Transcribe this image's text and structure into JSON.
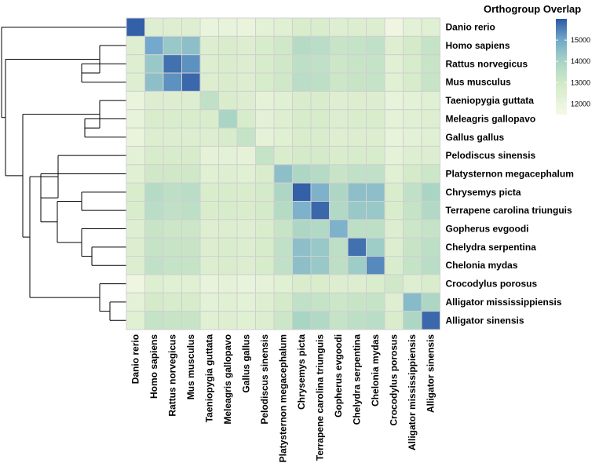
{
  "chart_data": {
    "type": "heatmap",
    "title": "Orthogroup Overlap",
    "rows": [
      "Danio rerio",
      "Homo sapiens",
      "Rattus norvegicus",
      "Mus musculus",
      "Taeniopygia guttata",
      "Meleagris gallopavo",
      "Gallus gallus",
      "Pelodiscus sinensis",
      "Platysternon megacephalum",
      "Chrysemys picta",
      "Terrapene carolina triunguis",
      "Gopherus evgoodi",
      "Chelydra serpentina",
      "Chelonia mydas",
      "Crocodylus porosus",
      "Alligator mississippiensis",
      "Alligator sinensis"
    ],
    "columns": [
      "Danio rerio",
      "Homo sapiens",
      "Rattus norvegicus",
      "Mus musculus",
      "Taeniopygia guttata",
      "Meleagris gallopavo",
      "Gallus gallus",
      "Pelodiscus sinensis",
      "Platysternon megacephalum",
      "Chrysemys picta",
      "Terrapene carolina triunguis",
      "Gopherus evgoodi",
      "Chelydra serpentina",
      "Chelonia mydas",
      "Crocodylus porosus",
      "Alligator mississippiensis",
      "Alligator sinensis"
    ],
    "values": [
      [
        15900,
        12500,
        12500,
        12500,
        12000,
        12100,
        12000,
        12300,
        12400,
        12700,
        12700,
        12500,
        12600,
        12600,
        11800,
        12300,
        12400
      ],
      [
        12500,
        15000,
        14300,
        14500,
        12600,
        12700,
        12600,
        12800,
        13000,
        13700,
        13600,
        13200,
        13300,
        13400,
        12500,
        12900,
        13300
      ],
      [
        12500,
        14300,
        15700,
        15300,
        12600,
        12700,
        12600,
        12800,
        13000,
        13500,
        13400,
        13100,
        13200,
        13300,
        12400,
        12800,
        13200
      ],
      [
        12500,
        14500,
        15300,
        15800,
        12600,
        12700,
        12600,
        12800,
        13000,
        13600,
        13500,
        13100,
        13200,
        13300,
        12400,
        12800,
        13200
      ],
      [
        12000,
        12600,
        12600,
        12600,
        13400,
        12700,
        12600,
        12200,
        12400,
        12700,
        12700,
        12500,
        12600,
        12600,
        12100,
        12300,
        12400
      ],
      [
        12100,
        12700,
        12700,
        12700,
        12700,
        14000,
        12800,
        12300,
        12500,
        12800,
        12800,
        12600,
        12700,
        12700,
        12200,
        12400,
        12500
      ],
      [
        12000,
        12600,
        12600,
        12600,
        12600,
        12800,
        13300,
        12200,
        12400,
        12700,
        12700,
        12500,
        12600,
        12600,
        12100,
        12300,
        12400
      ],
      [
        12300,
        12800,
        12800,
        12800,
        12200,
        12300,
        12200,
        13300,
        12700,
        12900,
        12900,
        12700,
        12800,
        12800,
        12200,
        12500,
        12600
      ],
      [
        12400,
        13000,
        13000,
        13000,
        12400,
        12500,
        12400,
        12700,
        14500,
        13900,
        13700,
        13200,
        13400,
        13400,
        12400,
        12900,
        13100
      ],
      [
        12700,
        13700,
        13500,
        13600,
        12700,
        12800,
        12700,
        12900,
        13900,
        15900,
        14800,
        13900,
        14500,
        14500,
        12700,
        13400,
        14000
      ],
      [
        12700,
        13600,
        13400,
        13500,
        12700,
        12800,
        12700,
        12900,
        13700,
        14800,
        15800,
        13800,
        14300,
        14300,
        12700,
        13300,
        13800
      ],
      [
        12500,
        13200,
        13100,
        13100,
        12500,
        12600,
        12500,
        12700,
        13200,
        13900,
        13800,
        14800,
        13500,
        13500,
        12600,
        13100,
        13300
      ],
      [
        12600,
        13300,
        13200,
        13200,
        12600,
        12700,
        12600,
        12800,
        13400,
        14500,
        14300,
        13500,
        15700,
        14200,
        12600,
        13200,
        13500
      ],
      [
        12600,
        13400,
        13300,
        13300,
        12600,
        12700,
        12600,
        12800,
        13400,
        14500,
        14300,
        13500,
        14200,
        15400,
        12700,
        13300,
        13600
      ],
      [
        11800,
        12500,
        12400,
        12400,
        12100,
        12200,
        12100,
        12200,
        12400,
        12700,
        12700,
        12600,
        12600,
        12700,
        13000,
        12500,
        12700
      ],
      [
        12300,
        12900,
        12800,
        12800,
        12300,
        12400,
        12300,
        12500,
        12900,
        13400,
        13300,
        13100,
        13200,
        13300,
        12500,
        14600,
        13900
      ],
      [
        12400,
        13300,
        13200,
        13200,
        12400,
        12500,
        12400,
        12600,
        13100,
        14000,
        13800,
        13300,
        13500,
        13600,
        12700,
        13900,
        15800
      ]
    ],
    "colorbar": {
      "min": 11500,
      "max": 16000,
      "ticks": [
        12000,
        13000,
        14000,
        15000
      ],
      "tick_labels": [
        "12000",
        "13000",
        "14000",
        "15000"
      ]
    },
    "colors": {
      "low": "#f5f9e8",
      "mid1": "#d6ebc9",
      "mid2": "#aad6c4",
      "mid3": "#72a9cc",
      "high": "#2c58a3"
    },
    "dendrogram": "rows clustered: ((Danio rerio),((Homo sapiens,(Rattus norvegicus,Mus musculus)),(((Taeniopygia guttata,(Meleagris gallopavo,Gallus gallus)),((Pelodiscus sinensis,(Platysternon megacephalum,((Chrysemys picta,Terrapene carolina triunguis),(Gopherus evgoodi,(Chelydra serpentina,Chelonia mydas))))),(Crocodylus porosus,(Alligator mississippiensis,Alligator sinensis))))))"
  }
}
